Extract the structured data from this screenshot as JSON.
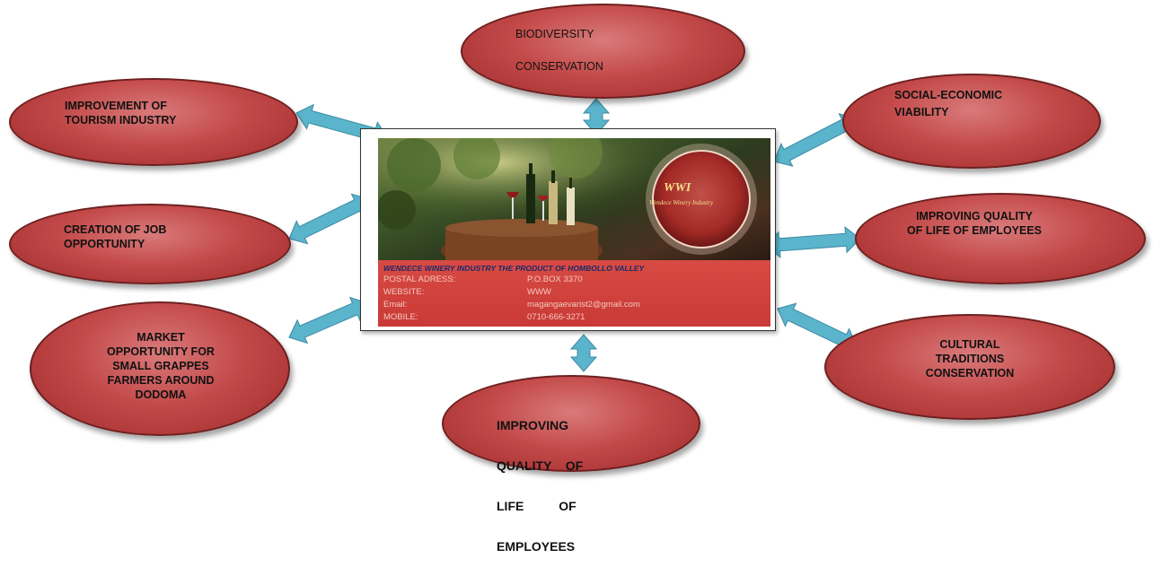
{
  "center_card": {
    "logo_title": "WWI",
    "logo_subtitle": "Wendece Winery Industry",
    "headline": "WENDECE WINERY INDUSTRY THE PRODUCT OF HOMBOLLO VALLEY",
    "rows": [
      {
        "label": "POSTAL ADRESS:",
        "value": "P.O.BOX 3370"
      },
      {
        "label": "WEBSITE:",
        "value": "WWW"
      },
      {
        "label": "Email:",
        "value": "magangaevarist2@gmail.com"
      },
      {
        "label": "MOBILE:",
        "value": "0710-666-3271"
      }
    ]
  },
  "nodes": {
    "biodiversity": [
      "BIODIVERSITY",
      "CONSERVATION"
    ],
    "tourism": [
      "IMPROVEMENT OF",
      "TOURISM INDUSTRY"
    ],
    "social": [
      "SOCIAL-ECONOMIC",
      "VIABILITY"
    ],
    "job": [
      "CREATION OF JOB",
      "OPPORTUNITY"
    ],
    "quality_right": [
      "IMPROVING QUALITY",
      "OF LIFE OF EMPLOYEES"
    ],
    "market": [
      "MARKET",
      "OPPORTUNITY FOR",
      "SMALL GRAPPES",
      "FARMERS AROUND",
      "DODOMA"
    ],
    "cultural": [
      "CULTURAL",
      "TRADITIONS",
      "CONSERVATION"
    ],
    "quality_bottom": [
      "IMPROVING",
      "QUALITY    OF",
      "LIFE          OF",
      "EMPLOYEES"
    ]
  },
  "colors": {
    "ellipse": "#c44a4a",
    "ellipse_border": "#6e2020",
    "arrow": "#5ab4cc",
    "card_banner": "#c93a36",
    "headline_text": "#1a2a6a"
  }
}
